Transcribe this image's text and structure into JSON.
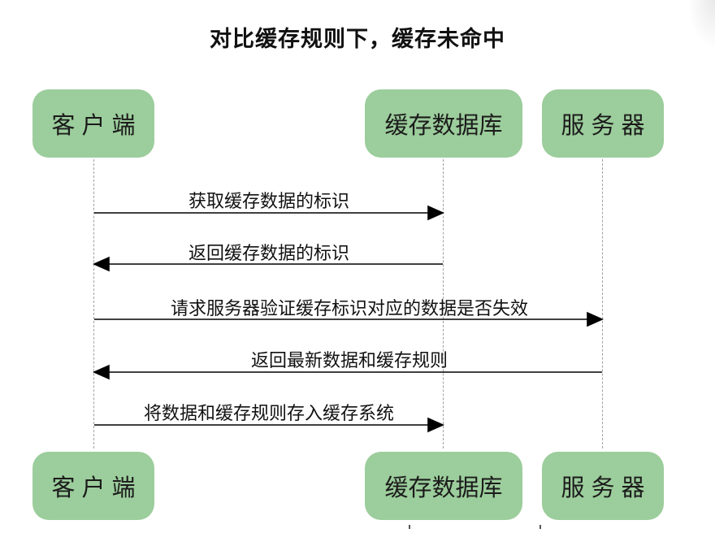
{
  "title": "对比缓存规则下，缓存未命中",
  "actors": {
    "client": "客户端",
    "cache_db": "缓存数据库",
    "server": "服务器"
  },
  "messages": [
    {
      "label": "获取缓存数据的标识",
      "from": "client",
      "to": "cache_db"
    },
    {
      "label": "返回缓存数据的标识",
      "from": "cache_db",
      "to": "client"
    },
    {
      "label": "请求服务器验证缓存标识对应的数据是否失效",
      "from": "client",
      "to": "server"
    },
    {
      "label": "返回最新数据和缓存规则",
      "from": "server",
      "to": "client"
    },
    {
      "label": "将数据和缓存规则存入缓存系统",
      "from": "client",
      "to": "cache_db"
    }
  ],
  "colors": {
    "actor_fill": "#9ccd9c",
    "lifeline": "#a0a0a0",
    "arrow": "#000000"
  }
}
